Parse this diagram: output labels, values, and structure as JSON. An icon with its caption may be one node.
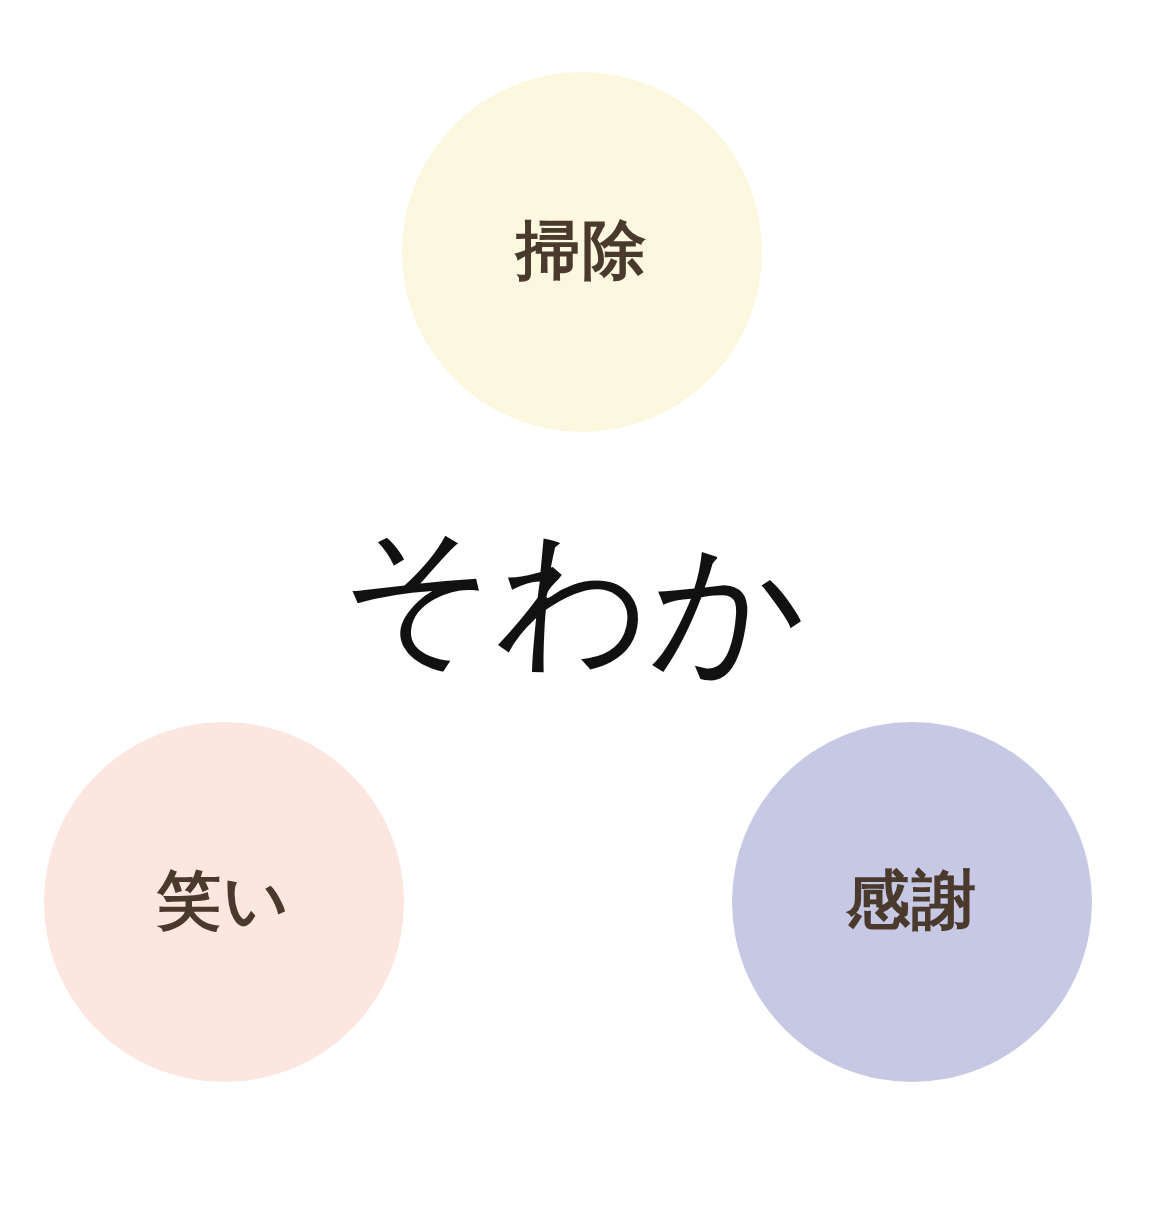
{
  "diagram": {
    "nodes": [
      {
        "text": [
          "掃除"
        ]
      },
      {
        "text": [
          "笑い"
        ]
      },
      {
        "text": [
          "感謝"
        ]
      }
    ],
    "labels": [
      "そわか"
    ]
  }
}
